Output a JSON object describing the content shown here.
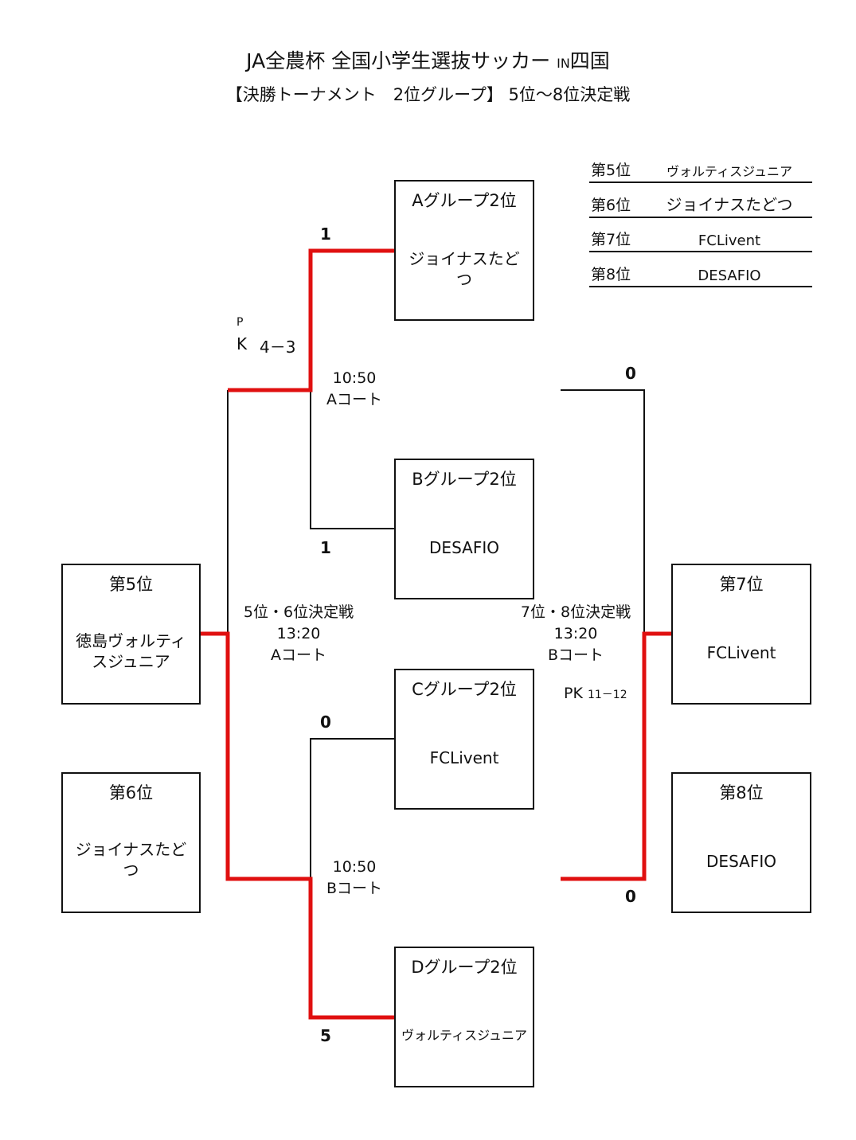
{
  "title": {
    "main": "JA全農杯 全国小学生選抜サッカー",
    "main_suffix_small": "IN",
    "main_suffix": "四国",
    "sub": "【決勝トーナメント　2位グループ】 5位～8位決定戦"
  },
  "final_ranking": [
    {
      "rank": "第5位",
      "team": "ヴォルティスジュニア"
    },
    {
      "rank": "第6位",
      "team": "ジョイナスたどつ"
    },
    {
      "rank": "第7位",
      "team": "FCLivent"
    },
    {
      "rank": "第8位",
      "team": "DESAFIO"
    }
  ],
  "group_boxes": {
    "a": {
      "label": "Aグループ2位",
      "team": "ジョイナスたど\nつ"
    },
    "b": {
      "label": "Bグループ2位",
      "team": "DESAFIO"
    },
    "c": {
      "label": "Cグループ2位",
      "team": "FCLivent"
    },
    "d": {
      "label": "Dグループ2位",
      "team": "ヴォルティスジュニア"
    }
  },
  "result_boxes": {
    "r5": {
      "label": "第5位",
      "team": "徳島ヴォルティ\nスジュニア"
    },
    "r6": {
      "label": "第6位",
      "team": "ジョイナスたど\nつ"
    },
    "r7": {
      "label": "第7位",
      "team": "FCLivent"
    },
    "r8": {
      "label": "第8位",
      "team": "DESAFIO"
    }
  },
  "scores": {
    "semi_a_top": "1",
    "semi_a_bottom": "1",
    "semi_b_top": "0",
    "semi_b_bottom": "5",
    "final_78_top": "0",
    "final_78_bottom": "0"
  },
  "pk": {
    "semi_a_p": "P",
    "semi_a_k": "K",
    "semi_a_score": "4－3",
    "final_78_label": "PK",
    "final_78_score": "11－12"
  },
  "matches": {
    "semi_a": {
      "time": "10:50",
      "court": "Aコート"
    },
    "semi_b": {
      "time": "10:50",
      "court": "Bコート"
    },
    "final_56": {
      "name": "5位・6位決定戦",
      "time": "13:20",
      "court": "Aコート"
    },
    "final_78": {
      "name": "7位・8位決定戦",
      "time": "13:20",
      "court": "Bコート"
    }
  },
  "colors": {
    "winner_line": "#e01010",
    "line": "#111111"
  }
}
